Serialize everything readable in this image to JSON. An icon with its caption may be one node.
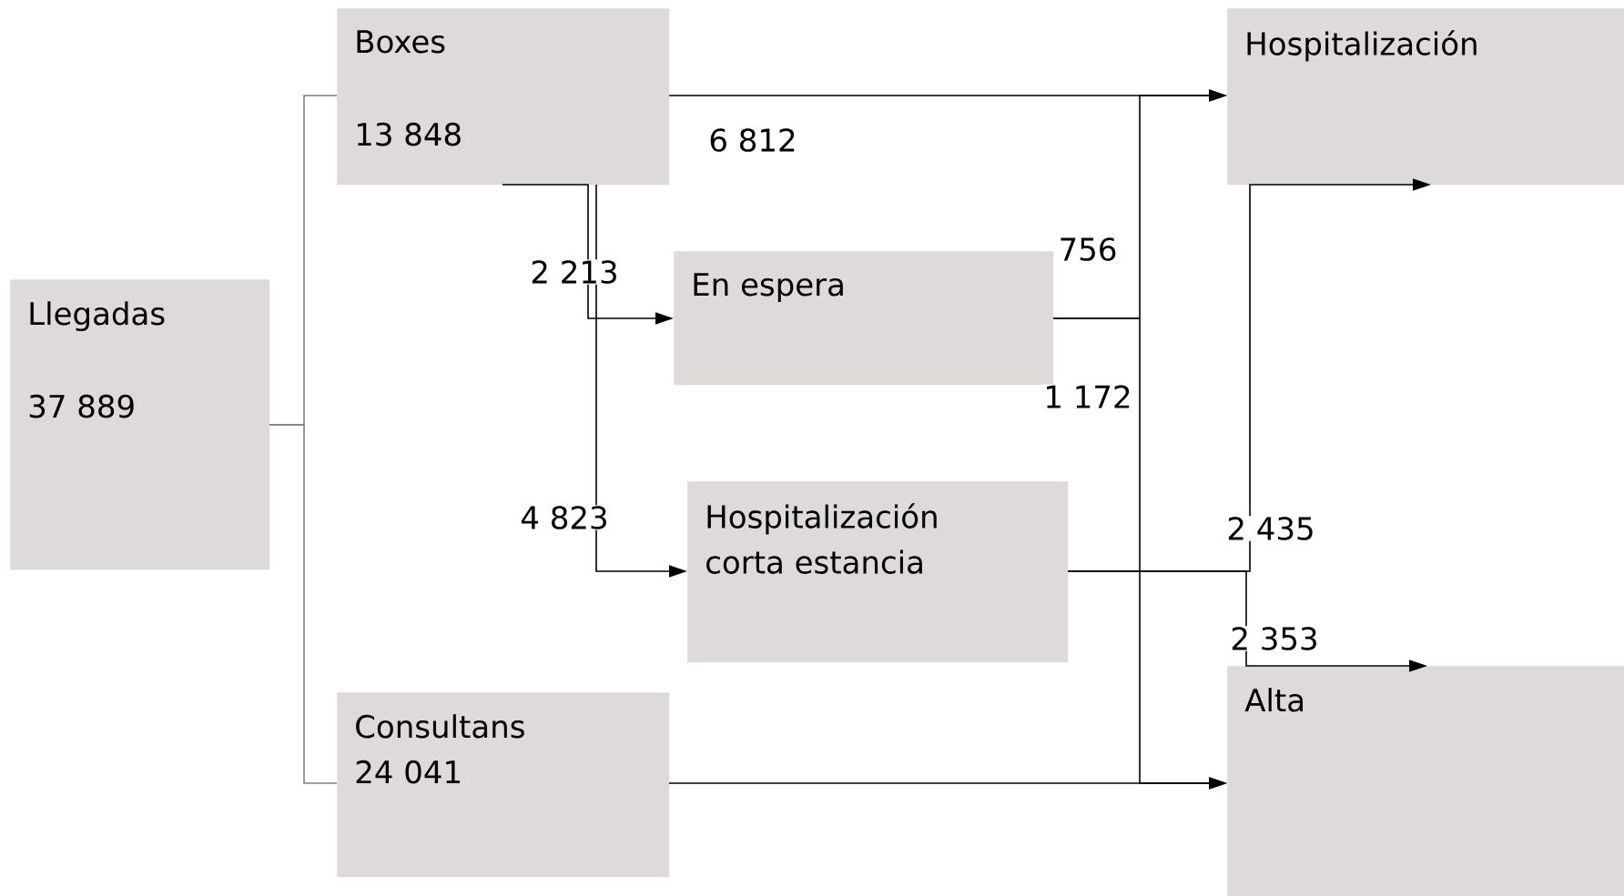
{
  "diagram": {
    "nodes": [
      {
        "text": [
          "Llegadas",
          "37 889"
        ]
      },
      {
        "text": [
          "Boxes",
          "13 848"
        ]
      },
      {
        "text": [
          "Consultans",
          "24 041"
        ]
      },
      {
        "text": [
          "En espera"
        ]
      },
      {
        "text": [
          "Hospitalización corta estancia"
        ]
      },
      {
        "text": [
          "Hospitalización"
        ]
      },
      {
        "text": [
          "Alta"
        ]
      }
    ],
    "edges": [
      {
        "from": 0,
        "to": 1,
        "arrow": "none",
        "color": "#808080"
      },
      {
        "from": 0,
        "to": 2,
        "arrow": "none",
        "color": "#808080"
      },
      {
        "from": 1,
        "to": 5,
        "arrow": "to",
        "label": "6 812"
      },
      {
        "from": 1,
        "to": 3,
        "arrow": "to",
        "label": "2 213"
      },
      {
        "from": 1,
        "to": 4,
        "arrow": "to",
        "label": "4 823"
      },
      {
        "from": 3,
        "to": 5,
        "arrow": "to",
        "label": "756"
      },
      {
        "from": 3,
        "to": 6,
        "arrow": "to",
        "label": "1 172"
      },
      {
        "from": 4,
        "to": 5,
        "arrow": "to",
        "label": "2 435"
      },
      {
        "from": 4,
        "to": 6,
        "arrow": "to",
        "label": "2 353"
      },
      {
        "from": 2,
        "to": 6,
        "arrow": "to"
      }
    ]
  }
}
